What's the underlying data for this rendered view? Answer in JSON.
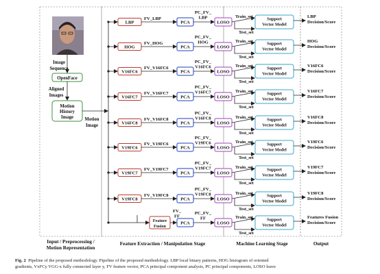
{
  "stages": {
    "input": "Input / Preprocessing / Motion Representation",
    "feature": "Feature Extraction / Manipulation Stage",
    "ml": "Machine Learning Stage",
    "output": "Output"
  },
  "input_col": {
    "image_sequence": "Image Sequence",
    "openface": "OpenFace",
    "aligned_images": "Aligned Images",
    "mhi": "Motion History Image",
    "motion_image": "Motion Image"
  },
  "rows": [
    {
      "feature": "LBP",
      "fv": "FV_LBP",
      "pca": "PCA",
      "pc": "PC_FV_ LBP",
      "loso": "LOSO",
      "train": "Train_set",
      "test": "Test_set",
      "svm": "Support Vector Model",
      "out": "LBP Decision/Score"
    },
    {
      "feature": "HOG",
      "fv": "FV_HOG",
      "pca": "PCA",
      "pc": "PC_FV_ HOG",
      "loso": "LOSO",
      "train": "Train_set",
      "test": "Test_set",
      "svm": "Support Vector Model",
      "out": "HOG Decision/Score"
    },
    {
      "feature": "V16FC6",
      "fv": "FV_V16FC6",
      "pca": "PCA",
      "pc": "PC_FV_ V16FC6",
      "loso": "LOSO",
      "train": "Train_set",
      "test": "Test_set",
      "svm": "Support Vector Model",
      "out": "V16FC6 Decision/Score"
    },
    {
      "feature": "V16FC7",
      "fv": "FV_V16FC7",
      "pca": "PCA",
      "pc": "PC_FV_ V16FC7",
      "loso": "LOSO",
      "train": "Train_set",
      "test": "Test_set",
      "svm": "Support Vector Model",
      "out": "V16FC7 Decision/Score"
    },
    {
      "feature": "V16FC8",
      "fv": "FV_V16FC8",
      "pca": "PCA",
      "pc": "PC_FV_ V16FC8",
      "loso": "LOSO",
      "train": "Train_set",
      "test": "Test_set",
      "svm": "Support Vector Model",
      "out": "V16FC8 Decision/Score"
    },
    {
      "feature": "V19FC6",
      "fv": "FV_V19FC6",
      "pca": "PCA",
      "pc": "PC_FV_ V19FC6",
      "loso": "LOSO",
      "train": "Train_set",
      "test": "Test_set",
      "svm": "Support Vector Model",
      "out": "V19FC6 Decision/Score"
    },
    {
      "feature": "V19FC7",
      "fv": "FV_V19FC7",
      "pca": "PCA",
      "pc": "PC_FV_ V19FC7",
      "loso": "LOSO",
      "train": "Train_set",
      "test": "Test_set",
      "svm": "Support Vector Model",
      "out": "V19FC7 Decision/Score"
    },
    {
      "feature": "V19FC8",
      "fv": "FV_V19FC8",
      "pca": "PCA",
      "pc": "PC_FV_ V19FC8",
      "loso": "LOSO",
      "train": "Train_set",
      "test": "Test_set",
      "svm": "Support Vector Model",
      "out": "V19FC8 Decision/Score"
    },
    {
      "feature": "Feature Fusion",
      "fv": "FV_ FF",
      "pca": "PCA",
      "pc": "PC_FV_ FF",
      "loso": "LOSO",
      "train": "Train_set",
      "test": "Test_set",
      "svm": "Support Vector Model",
      "out": "Features Fusion Decision/Score"
    }
  ],
  "colors": {
    "feature_box": "#c0392b",
    "pca_box": "#1f3fbf",
    "loso_box": "#a03dbf",
    "svm_box": "#3aa6c8",
    "openface_box": "#3f8f3f",
    "mhi_box": "#3f8f3f",
    "dashed": "#9a9a9a",
    "line": "#222222"
  },
  "caption": {
    "fig": "Fig. 2",
    "line1": "Pipeline of the proposed methodology. Pipeline of the proposed methodology. LBP local binary patterns, HOG histogram of oriented",
    "line2": "gradients, VxFCy VGG-x fully connected layer y, FV feature vector, PCA principal component analysis, PC principal components, LOSO leave"
  }
}
